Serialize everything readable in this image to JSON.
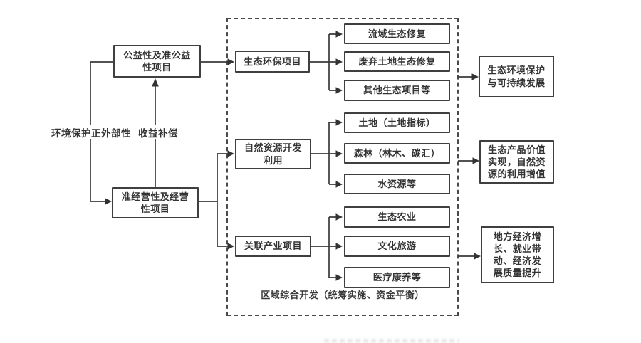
{
  "diagram": {
    "title_hint": "EOD project structure flow diagram",
    "left": {
      "externality_label": "环境保护正外部性",
      "compensation_label": "收益补偿",
      "public_welfare_box": "公益性及准公益\n性项目",
      "operational_box": "准经营性及经营\n性项目"
    },
    "dashed_region": {
      "caption": "区域综合开发（统筹实施、资金平衡）",
      "groups": [
        {
          "parent": "生态环保项目",
          "children": [
            "流域生态修复",
            "废弃土地生态修复",
            "其他生态项目等"
          ]
        },
        {
          "parent": "自然资源开发\n利用",
          "children": [
            "土地（土地指标）",
            "森林（林木、碳汇）",
            "水资源等"
          ]
        },
        {
          "parent": "关联产业项目",
          "children": [
            "生态农业",
            "文化旅游",
            "医疗康养等"
          ]
        }
      ]
    },
    "outcomes": [
      "生态环境保护\n与可持续发展",
      "生态产品价值\n实现，自然资\n源的利用增值",
      "地方经济增\n长、就业带\n动、经济发\n展质量提升"
    ],
    "colors": {
      "line": "#3a3a3a",
      "text": "#333333",
      "box_border": "#3f3f3f",
      "background": "#ffffff"
    }
  }
}
